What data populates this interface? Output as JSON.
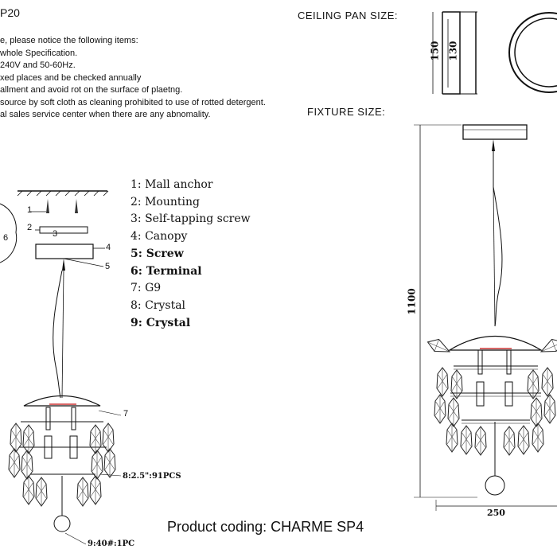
{
  "header": {
    "title_fragment": "P20"
  },
  "notes": [
    "e, please notice the following items:",
    "whole Specification.",
    "240V and 50-60Hz.",
    "xed places and be checked annually",
    "allment and avoid rot on the surface of plaetng.",
    "source by soft cloth as cleaning prohibited to use of rotted detergent.",
    "al sales service center when there are any abnomality."
  ],
  "ceiling_pan": {
    "label": "CEILING PAN  SIZE:",
    "dim_outer": "150",
    "dim_inner": "130"
  },
  "fixture": {
    "label": "FIXTURE SIZE:",
    "height": "1100",
    "width": "250"
  },
  "legend": [
    {
      "text": "1: Mall anchor",
      "bold": false
    },
    {
      "text": "2: Mounting",
      "bold": false
    },
    {
      "text": "3: Self-tapping screw",
      "bold": false
    },
    {
      "text": "4: Canopy",
      "bold": false
    },
    {
      "text": "5: Screw",
      "bold": true
    },
    {
      "text": "6: Terminal",
      "bold": true
    },
    {
      "text": "7: G9",
      "bold": false
    },
    {
      "text": "8: Crystal",
      "bold": false
    },
    {
      "text": "9: Crystal",
      "bold": true
    }
  ],
  "callouts": {
    "c1": "1",
    "c2": "2",
    "c3": "3",
    "c4": "4",
    "c5": "5",
    "c6": "6",
    "c7": "7",
    "c8": "8:2.5\":91PCS",
    "c9": "9:40#:1PC"
  },
  "product_coding": "Product coding: CHARME SP4"
}
